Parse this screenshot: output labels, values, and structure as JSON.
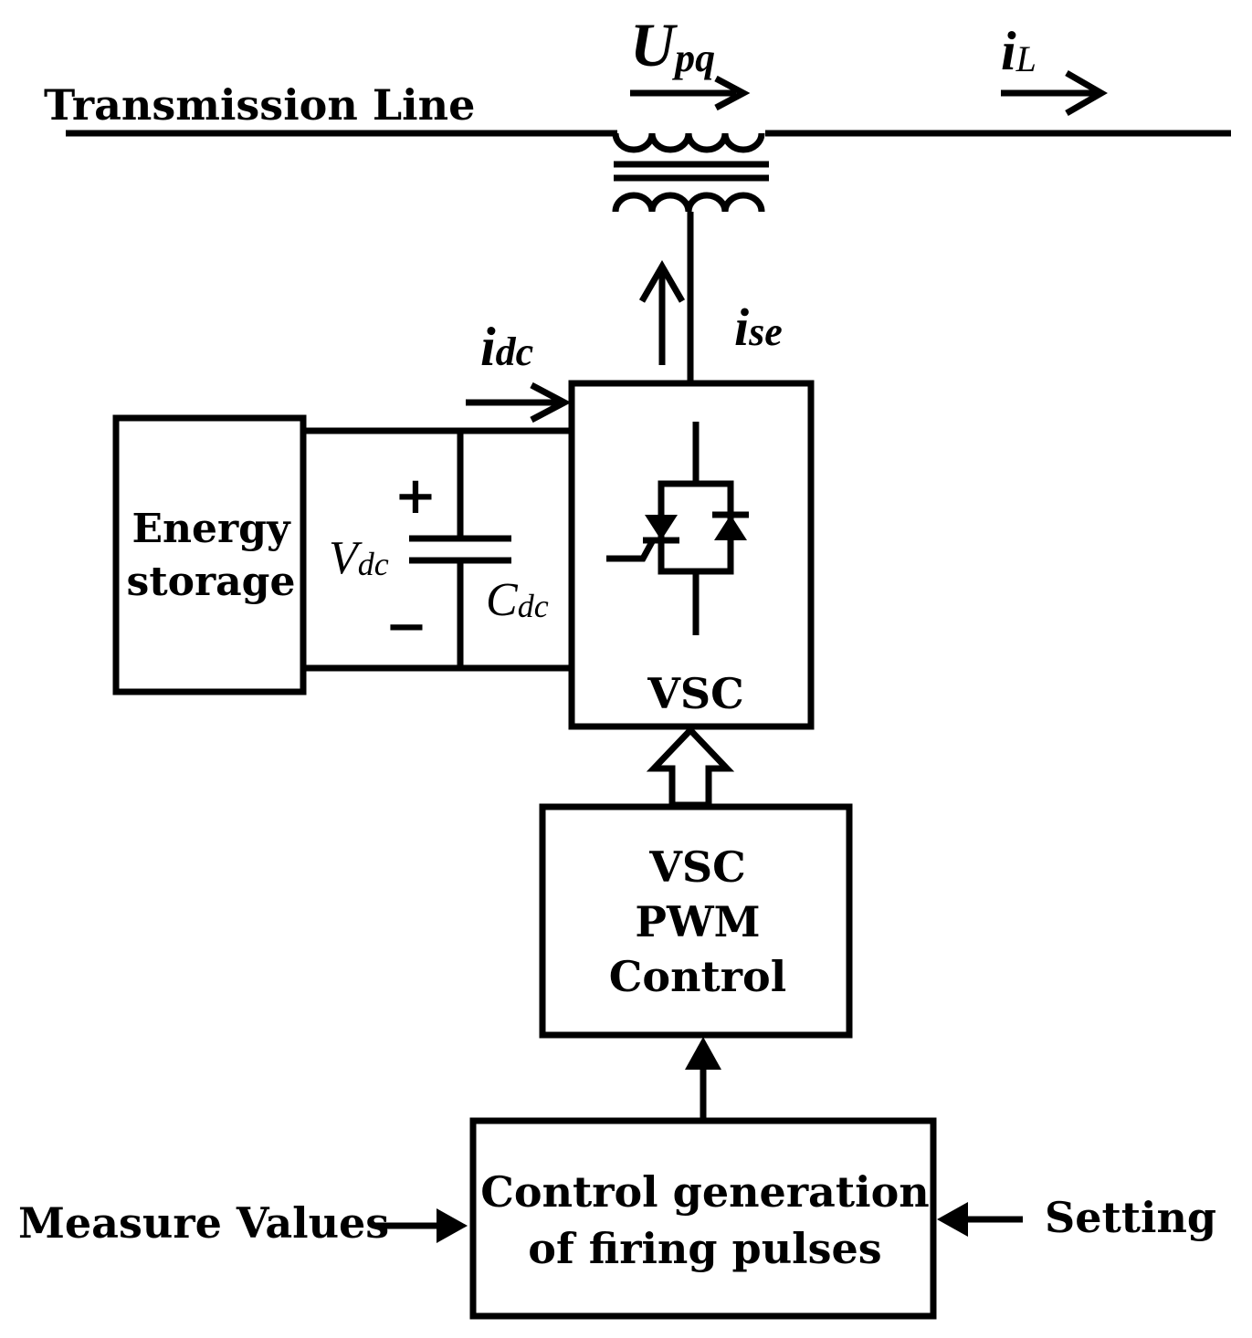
{
  "labels": {
    "transmission_line": "Transmission Line",
    "energy_storage_line1": "Energy",
    "energy_storage_line2": "storage",
    "vsc": "VSC",
    "pwm_line1": "VSC",
    "pwm_line2": "PWM",
    "pwm_line3": "Control",
    "control_line1": "Control generation",
    "control_line2": "of firing pulses",
    "measure_values": "Measure Values",
    "setting": "Setting",
    "plus": "+",
    "minus": "−"
  },
  "symbols": {
    "upq_main": "U",
    "upq_sub": "pq",
    "il_main": "i",
    "il_sub": "L",
    "idc_main": "i",
    "idc_sub": "dc",
    "ise_main": "i",
    "ise_sub": "se",
    "vdc_main": "V",
    "vdc_sub": "dc",
    "cdc_main": "C",
    "cdc_sub": "dc"
  },
  "colors": {
    "stroke": "#000000",
    "background": "#ffffff"
  }
}
